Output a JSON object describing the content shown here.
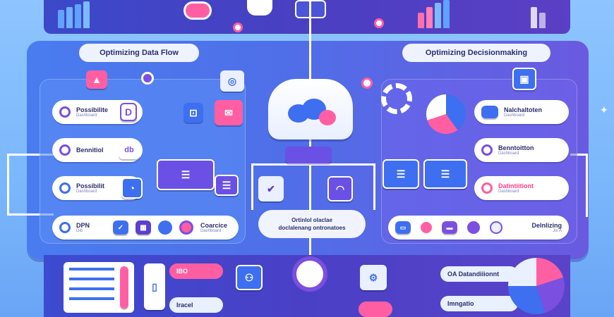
{
  "header": {
    "left_title": "Optimizing Data Flow",
    "right_title": "Optimizing Decisionmaking"
  },
  "left_panel": {
    "items": [
      {
        "label": "Possibilite",
        "sub": "Dashboard"
      },
      {
        "label": "Bennitiol",
        "sub": ""
      },
      {
        "label": "Possibilit",
        "sub": "Dashboard"
      },
      {
        "label": "DPN",
        "sub": "Dib"
      }
    ],
    "tag": "Coarcice",
    "tag_sub": "Dashboard",
    "badge_d": "D",
    "badge_db": "db"
  },
  "right_panel": {
    "items": [
      {
        "label": "Nalchaltoten",
        "sub": "Dashboard"
      },
      {
        "label": "Benntoitton",
        "sub": "Dashboard"
      },
      {
        "label": "Datintiitiont",
        "sub": "Dashboard"
      },
      {
        "label": "Delnlizing",
        "sub": "Jol A"
      }
    ]
  },
  "center": {
    "note_line1": "Ortinlol olaclae",
    "note_line2": "doclalenang ontronatoes"
  },
  "bottom": {
    "left_tag1": "IBO",
    "left_tag2": "Iracel",
    "right_tag1": "OA Datandiiionnt",
    "right_tag2": "Imngatio"
  },
  "colors": {
    "pink": "#ff5fa2",
    "blue": "#3d6ff0",
    "purple": "#7b4fe0",
    "violet": "#5a3fd1",
    "white": "#ffffff"
  }
}
